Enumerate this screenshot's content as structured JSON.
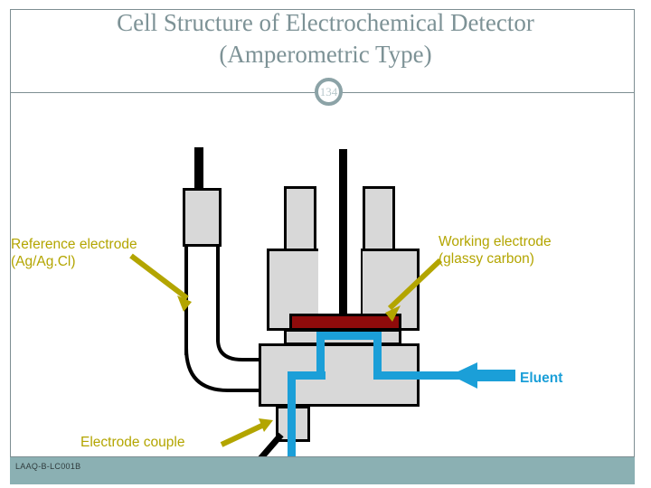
{
  "slide": {
    "title": "Cell Structure of Electrochemical Detector\n(Amperometric Type)",
    "page_badge": "134",
    "footer_code": "LAAQ-B-LC001B"
  },
  "theme": {
    "title_color": "#7d9296",
    "frame_color": "#7d8e92",
    "footer_band_color": "#8bb0b3",
    "label_color": "#b3a500",
    "flow_color": "#1b9fd8",
    "gasket_color": "#8f0b0b",
    "body_fill": "#d8d8d8",
    "outline_color": "#000000",
    "background": "#ffffff"
  },
  "diagram": {
    "name": "amperometric-electrochemical-detector-cell",
    "labels": [
      {
        "id": "reference-electrode",
        "text": "Reference electrode\n(Ag/Ag.Cl)",
        "color": "#b3a500"
      },
      {
        "id": "working-electrode",
        "text": "Working electrode\n(glassy carbon)",
        "color": "#b3a500"
      },
      {
        "id": "electrode-couple",
        "text": "Electrode couple",
        "color": "#b3a500"
      },
      {
        "id": "eluent",
        "text": "Eluent",
        "color": "#1b9fd8"
      }
    ],
    "components": [
      "reference-electrode-rod",
      "reference-electrode-body",
      "reference-electrode-tube",
      "working-electrode-rod",
      "cell-upper-block-left",
      "cell-upper-block-right",
      "gasket-seal",
      "cell-mid-block",
      "cell-lower-block",
      "cell-outlet-stub",
      "eluent-flow-path",
      "eluent-inlet-arrow",
      "inlet-nozzle-tip"
    ]
  }
}
